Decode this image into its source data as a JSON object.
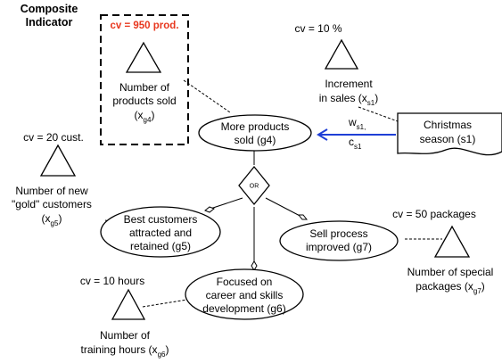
{
  "composite_indicator": {
    "line1": "Composite",
    "line2": "Indicator"
  },
  "nodes": {
    "g4": {
      "line1": "More products",
      "line2": "sold (g4)"
    },
    "g5": {
      "line1": "Best customers",
      "line2": "attracted and",
      "line3": "retained (g5)"
    },
    "g6": {
      "line1": "Focused on",
      "line2": "career and skills",
      "line3": "development (g6)"
    },
    "g7": {
      "line1": "Sell process",
      "line2": "improved (g7)"
    },
    "s1": {
      "line1": "Christmas",
      "line2": "season (s1)"
    }
  },
  "decomposition": {
    "label": "OR"
  },
  "weights": {
    "w_main": "w",
    "w_sub": "s1,",
    "c_main": "c",
    "c_sub": "s1"
  },
  "indicators": {
    "xg4": {
      "cv": "cv = 950 prod.",
      "line1": "Number of",
      "line2": "products sold",
      "sym_open": "(x",
      "sym_sub": "g4",
      "sym_close": ")"
    },
    "xs1": {
      "cv": "cv = 10 %",
      "line1": "Increment",
      "line2_main": "in sales (x",
      "sym_sub": "s1",
      "sym_close": ")"
    },
    "xg5": {
      "cv": "cv = 20 cust.",
      "line1": "Number of new",
      "line2": "\"gold\" customers",
      "sym_open": "(x",
      "sym_sub": "g5",
      "sym_close": ")"
    },
    "xg7": {
      "cv": "cv = 50 packages",
      "line1": "Number of special",
      "line2_main": "packages (x",
      "sym_sub": "g7",
      "sym_close": ")"
    },
    "xg6": {
      "cv": "cv = 10 hours",
      "line1": "Number of",
      "line2_main": "training hours (x",
      "sym_sub": "g6",
      "sym_close": ")"
    }
  },
  "colors": {
    "critical_value": "#e8371e",
    "contribution_arrow": "#1f3fd6"
  }
}
